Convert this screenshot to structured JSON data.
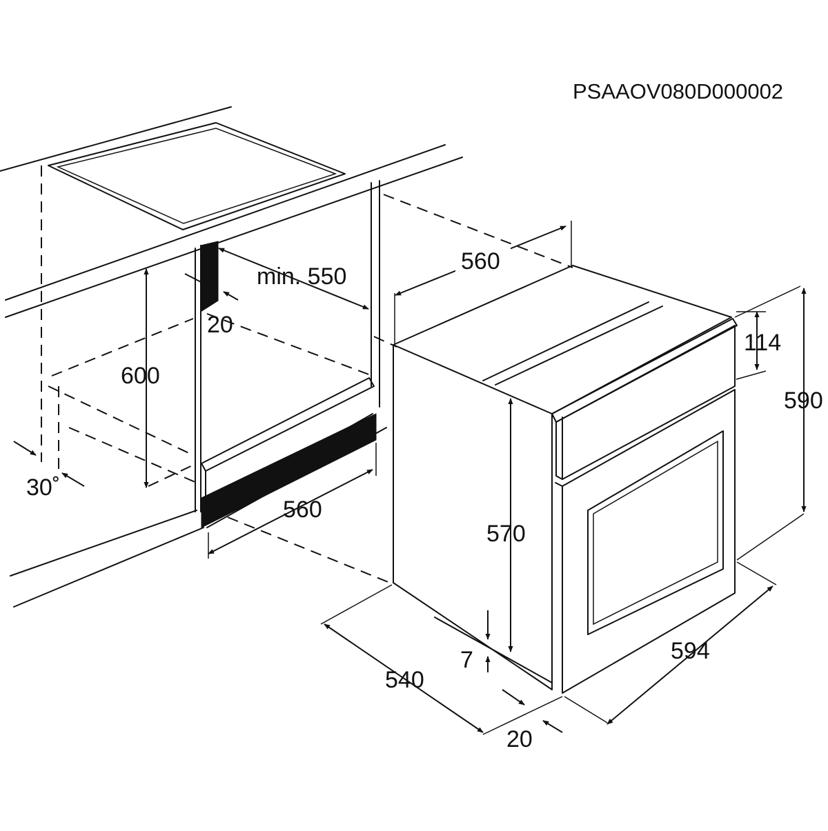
{
  "diagram": {
    "code": "PSAAOV080D000002",
    "dimensions": {
      "niche_depth_min": "min. 550",
      "niche_width_top": "560",
      "niche_width_bottom": "560",
      "niche_height": "600",
      "vent_gap": "20",
      "angle": "30˚",
      "panel_height": "114",
      "oven_height": "590",
      "body_height": "570",
      "plinth_offset": "7",
      "body_depth": "540",
      "front_width": "594",
      "front_thickness": "20"
    }
  }
}
